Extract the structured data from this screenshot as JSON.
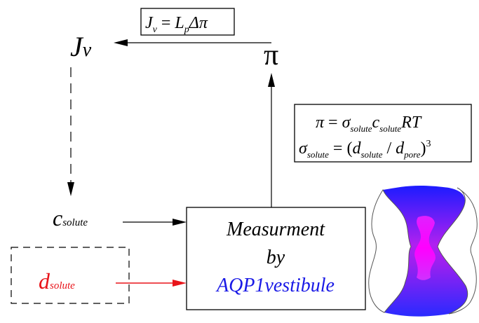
{
  "colors": {
    "ink": "#000000",
    "red": "#e8141a",
    "blue": "#1a1ae6",
    "pore_top": "#2222ff",
    "pore_mid": "#cc22ee",
    "pore_core": "#ff00ff"
  },
  "nodes": {
    "jv": {
      "base": "J",
      "sub": "v"
    },
    "pi": {
      "symbol": "π"
    },
    "c_solute": {
      "base": "c",
      "sub": "solute"
    },
    "d_solute": {
      "base": "d",
      "sub": "solute"
    }
  },
  "formulas": {
    "jv_equation": {
      "lhs_base": "J",
      "lhs_sub": "v",
      "eq": " = ",
      "lp_base": "L",
      "lp_sub": "p",
      "rest": "Δπ"
    },
    "pi_equation": {
      "lhs": "π",
      "eq": " = ",
      "sigma": "σ",
      "sigma_sub": "solute",
      "c": "c",
      "c_sub": "solute",
      "rt": "RT"
    },
    "sigma_equation": {
      "sigma": "σ",
      "sigma_sub": "solute",
      "eq": " = (",
      "d1": "d",
      "d1_sub": "solute",
      "slash": " / ",
      "d2": "d",
      "d2_sub": "pore",
      "close": ")",
      "exp": "3"
    }
  },
  "measurement_box": {
    "line1": "Measurment",
    "line2": "by",
    "line3": "AQP1vestibule"
  },
  "icons": {
    "pore": "aqp1-pore-icon"
  }
}
